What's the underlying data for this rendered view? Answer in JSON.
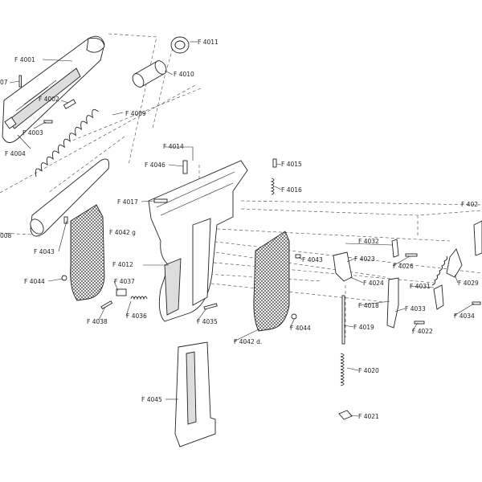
{
  "diagram": {
    "type": "exploded-parts-diagram",
    "labels": [
      {
        "id": "F4001",
        "text": "F 4001"
      },
      {
        "id": "F4002",
        "text": "F 4002"
      },
      {
        "id": "F4003",
        "text": "F 4003"
      },
      {
        "id": "F4004",
        "text": "F 4004"
      },
      {
        "id": "F4007",
        "text": "07"
      },
      {
        "id": "F4008",
        "text": "008"
      },
      {
        "id": "F4009",
        "text": "F 4009"
      },
      {
        "id": "F4010",
        "text": "F 4010"
      },
      {
        "id": "F4011",
        "text": "F 4011"
      },
      {
        "id": "F4012",
        "text": "F 4012"
      },
      {
        "id": "F4014",
        "text": "F 4014"
      },
      {
        "id": "F4015",
        "text": "F 4015"
      },
      {
        "id": "F4016",
        "text": "F 4016"
      },
      {
        "id": "F4017",
        "text": "F 4017"
      },
      {
        "id": "F4018",
        "text": "F 4018"
      },
      {
        "id": "F4019",
        "text": "F 4019"
      },
      {
        "id": "F4020",
        "text": "F 4020"
      },
      {
        "id": "F4021",
        "text": "F 4021"
      },
      {
        "id": "F4022",
        "text": "F 4022"
      },
      {
        "id": "F4023",
        "text": "F 4023"
      },
      {
        "id": "F4024",
        "text": "F 4024"
      },
      {
        "id": "F4026",
        "text": "F 4026"
      },
      {
        "id": "F4028",
        "text": "F 402"
      },
      {
        "id": "F4029",
        "text": "F 4029"
      },
      {
        "id": "F4031",
        "text": "F 4031"
      },
      {
        "id": "F4032",
        "text": "F 4032"
      },
      {
        "id": "F4033",
        "text": "F 4033"
      },
      {
        "id": "F4034",
        "text": "F 4034"
      },
      {
        "id": "F4035",
        "text": "F 4035"
      },
      {
        "id": "F4036",
        "text": "F 4036"
      },
      {
        "id": "F4037",
        "text": "F 4037"
      },
      {
        "id": "F4038",
        "text": "F 4038"
      },
      {
        "id": "F4042g",
        "text": "F 4042 g"
      },
      {
        "id": "F4042d",
        "text": "F 4042 d."
      },
      {
        "id": "F4043a",
        "text": "F 4043"
      },
      {
        "id": "F4043b",
        "text": "F 4043"
      },
      {
        "id": "F4044a",
        "text": "F 4044"
      },
      {
        "id": "F4044b",
        "text": "F 4044"
      },
      {
        "id": "F4045",
        "text": "F 4045"
      },
      {
        "id": "F4046",
        "text": "F 4046"
      }
    ]
  }
}
